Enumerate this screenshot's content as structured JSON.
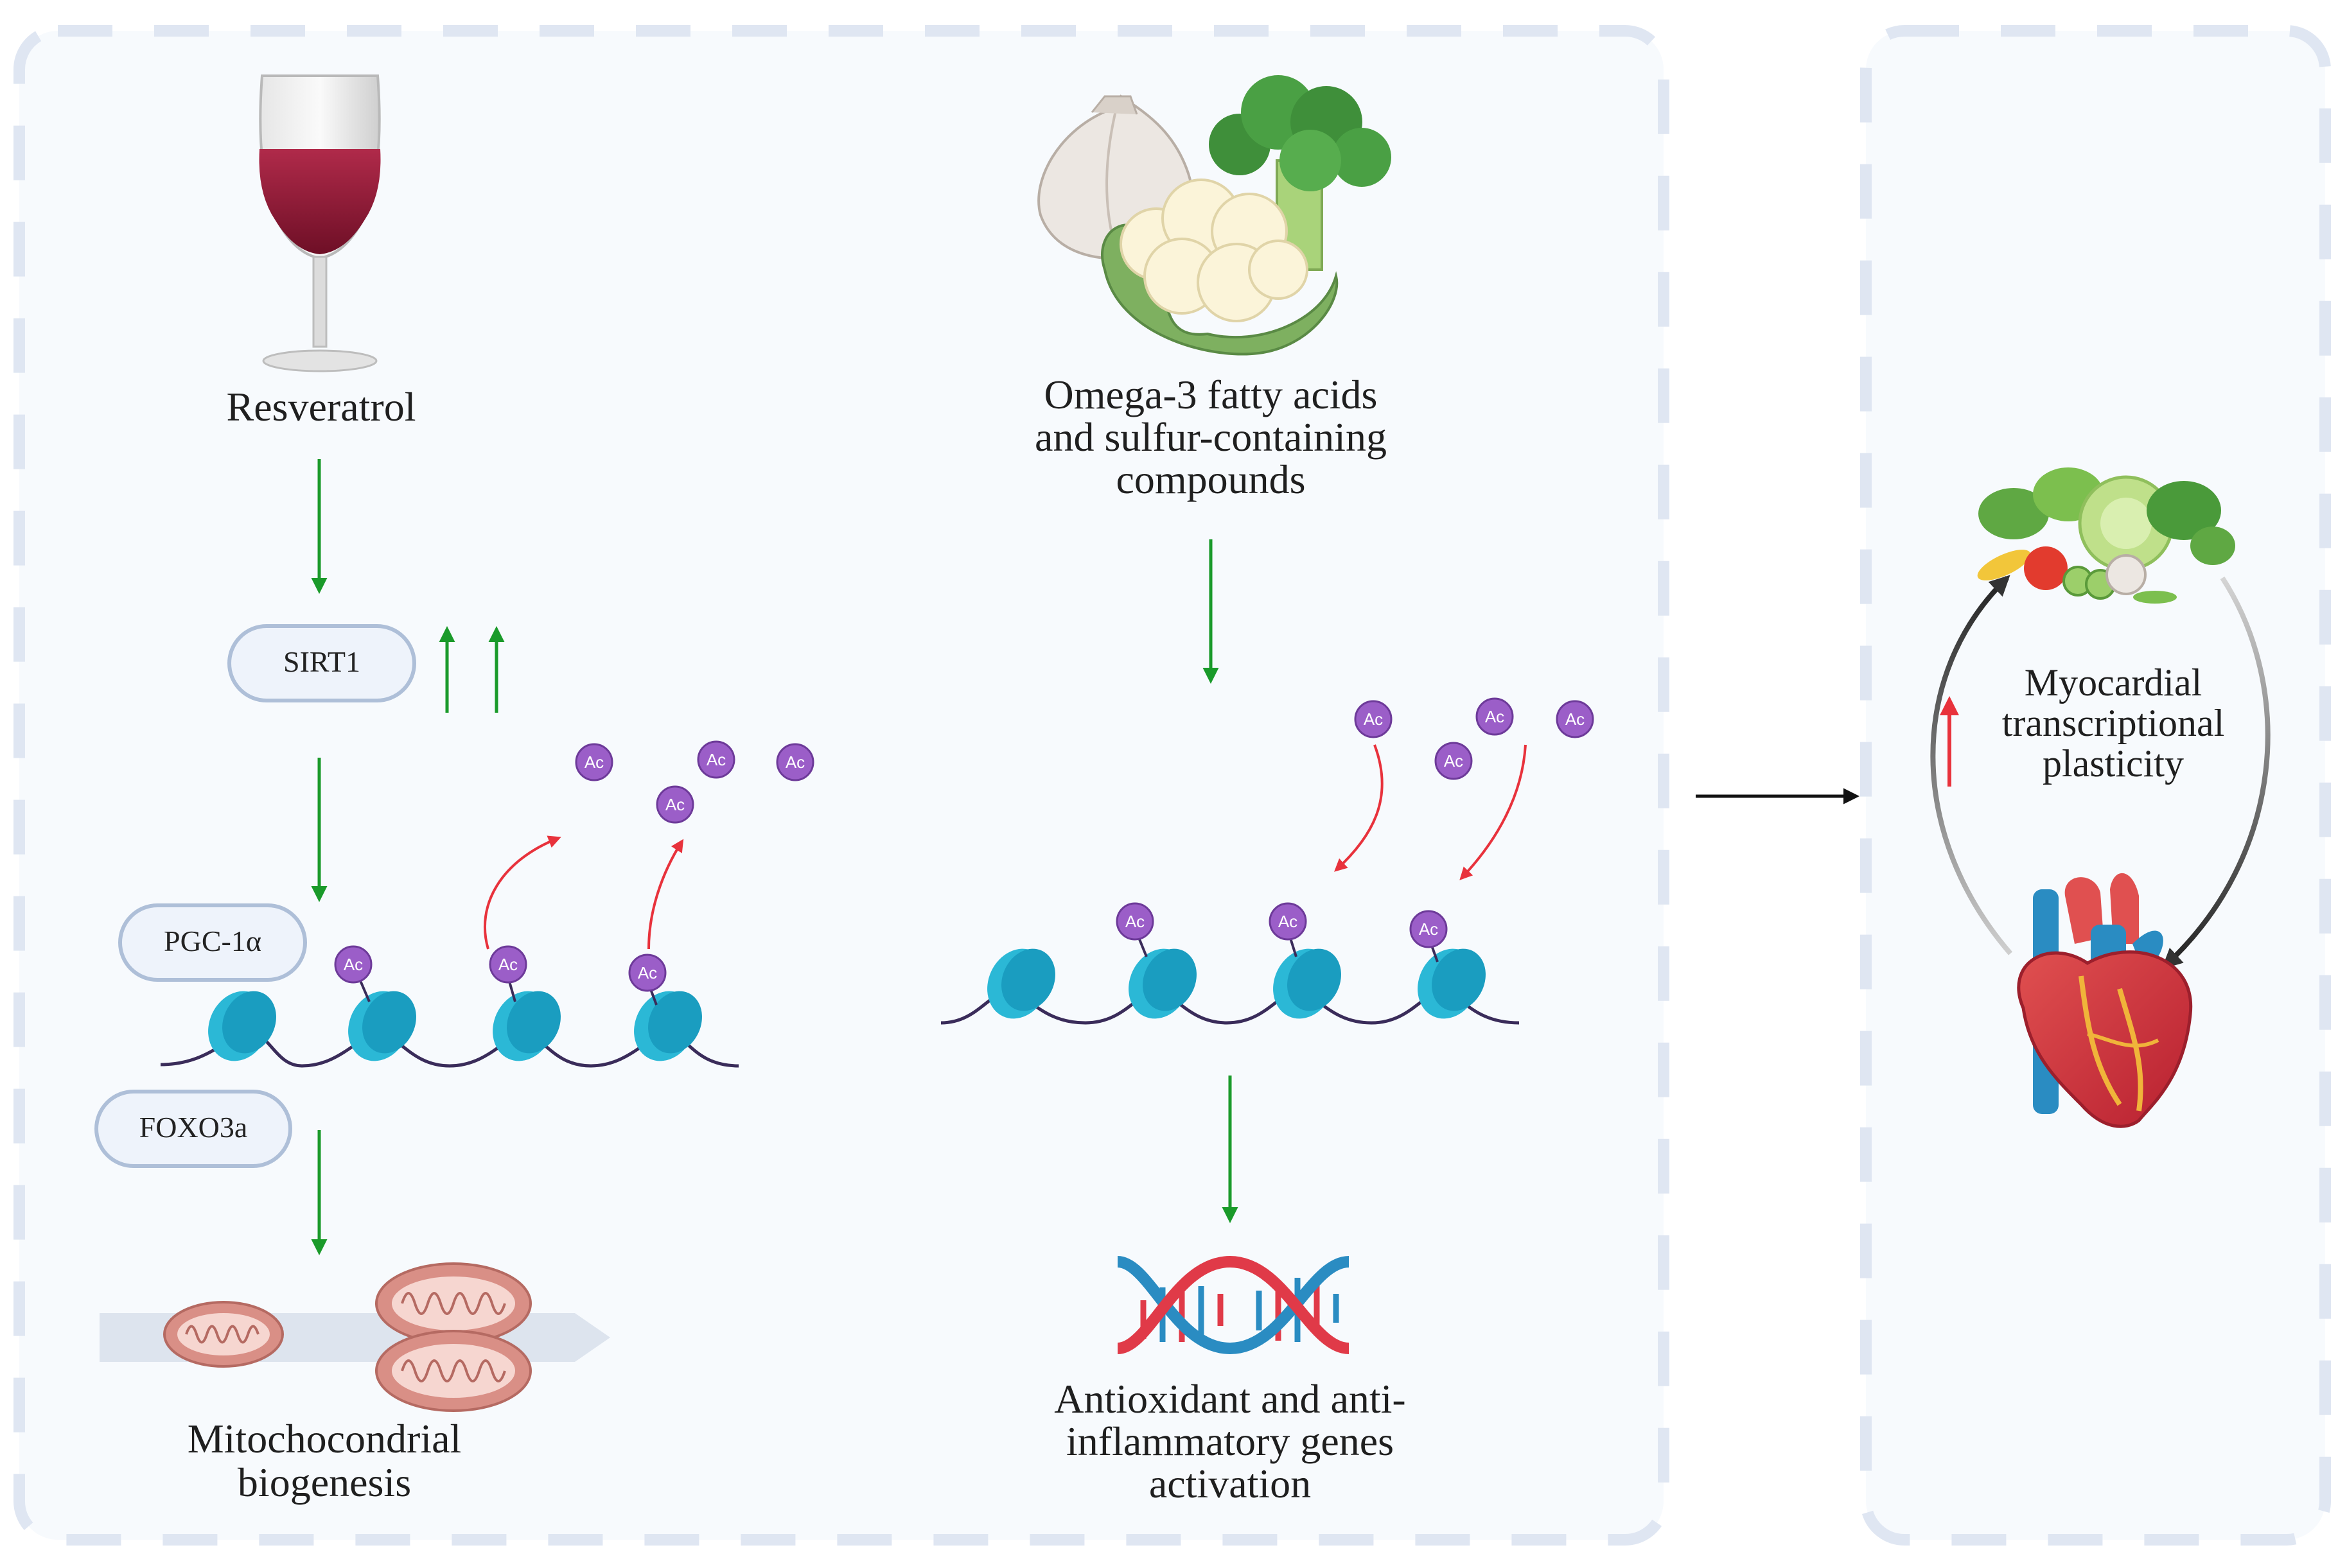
{
  "left_panel": {
    "resveratrol_label": "Resveratrol",
    "sirt1_label": "SIRT1",
    "pgc1a_label": "PGC-1α",
    "foxo3a_label": "FOXO3a",
    "mito_label_line1": "Mitochocondrial",
    "mito_label_line2": "biogenesis"
  },
  "middle_panel": {
    "omega_line1": "Omega-3 fatty acids",
    "omega_line2": "and sulfur-containing",
    "omega_line3": "compounds",
    "genes_line1": "Antioxidant and anti-",
    "genes_line2": "inflammatory genes",
    "genes_line3": "activation"
  },
  "right_panel": {
    "myo_line1": "Myocardial",
    "myo_line2": "transcriptional",
    "myo_line3": "plasticity"
  },
  "acetyl_label": "Ac",
  "colors": {
    "green_arrow": "#1a9a2a",
    "red_arrow": "#e8323c",
    "nucleosome": "#2bb8d6",
    "acetyl": "#9b5ec8",
    "panel_border": "#dfe6f2",
    "pill_border": "#aebfd8",
    "pill_fill": "#eef3fb"
  }
}
